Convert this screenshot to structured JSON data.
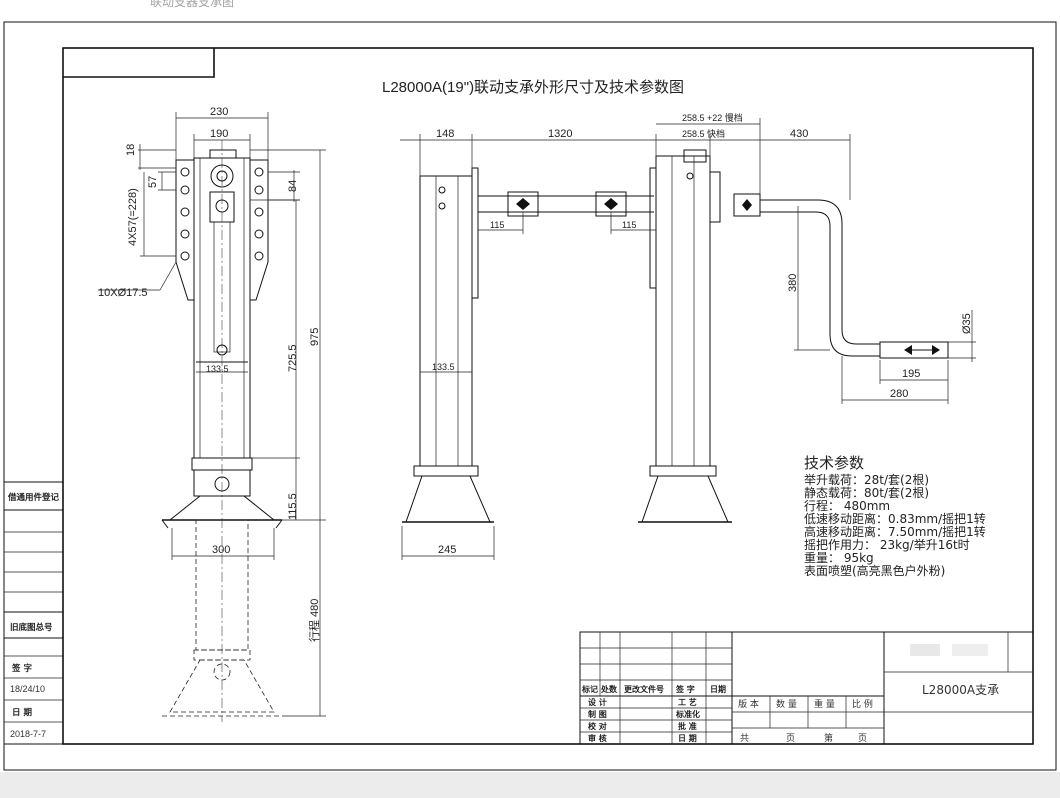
{
  "page_title": "联动支器支承图",
  "drawing_title": "L28000A(19\")联动支承外形尺寸及技术参数图",
  "front_view": {
    "dim_230": "230",
    "dim_190": "190",
    "dim_18": "18",
    "dim_57": "57",
    "dim_4x57": "4X57(=228)",
    "dim_84": "84",
    "dim_holes": "10XØ17.5",
    "dim_975": "975",
    "dim_725_5": "725.5",
    "dim_133_5": "133.5",
    "dim_115_5": "115.5",
    "dim_300": "300",
    "dim_480": "行程 480"
  },
  "side_view": {
    "dim_148": "148",
    "dim_1320": "1320",
    "dim_258_slow": "258.5 +22 慢档",
    "dim_258_fast": "258.5 快档",
    "dim_430": "430",
    "dim_115_a": "115",
    "dim_115_b": "115",
    "dim_133_5": "133.5",
    "dim_245": "245",
    "dim_380": "380",
    "dim_phi35": "Ø35",
    "dim_195": "195",
    "dim_280": "280"
  },
  "specs": {
    "heading": "技术参数",
    "lines": [
      "举升载荷：28t/套(2根)",
      "静态载荷：80t/套(2根)",
      "行程：       480mm",
      "低速移动距离：0.83mm/摇把1转",
      "高速移动距离：7.50mm/摇把1转",
      "摇把作用力：  23kg/举升16t时",
      "重量：            95kg",
      "表面喷塑(高亮黑色户外粉)"
    ]
  },
  "left_margin": {
    "label_1": "借通用件登记",
    "label_2": "旧底图总号",
    "label_3": "签    字",
    "value_3": "18/24/10",
    "label_4": "日    期",
    "value_4": "2018-7-7"
  },
  "title_block": {
    "rev_headers": [
      "标记",
      "处数",
      "更改文件号",
      "签  字",
      "日期"
    ],
    "row_labels": [
      "设  计",
      "制  图",
      "校  对",
      "审  核"
    ],
    "row_labels_2": [
      "工  艺",
      "标准化",
      "批  准",
      "日  期"
    ],
    "col_headers": [
      "版  本",
      "数  量",
      "重  量",
      "比  例"
    ],
    "footer": [
      "共",
      "页",
      "第",
      "页"
    ],
    "part_name": "L28000A支承"
  }
}
